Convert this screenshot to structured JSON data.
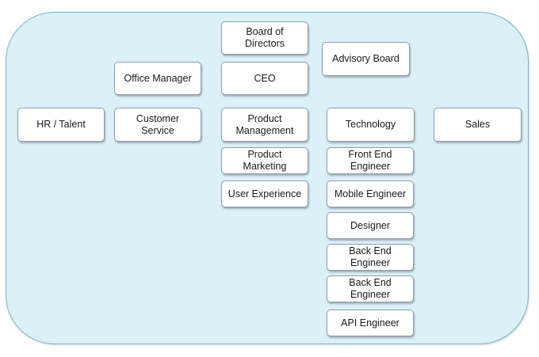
{
  "nodes": {
    "board_of_directors": "Board of\nDirectors",
    "advisory_board": "Advisory Board",
    "office_manager": "Office Manager",
    "ceo": "CEO",
    "hr_talent": "HR / Talent",
    "customer_service": "Customer\nService",
    "product_management": "Product\nManagement",
    "technology": "Technology",
    "sales": "Sales",
    "product_marketing": "Product\nMarketing",
    "front_end_engineer": "Front End\nEngineer",
    "user_experience": "User Experience",
    "mobile_engineer": "Mobile Engineer",
    "designer": "Designer",
    "back_end_engineer_1": "Back End\nEngineer",
    "back_end_engineer_2": "Back End\nEngineer",
    "api_engineer": "API Engineer"
  }
}
